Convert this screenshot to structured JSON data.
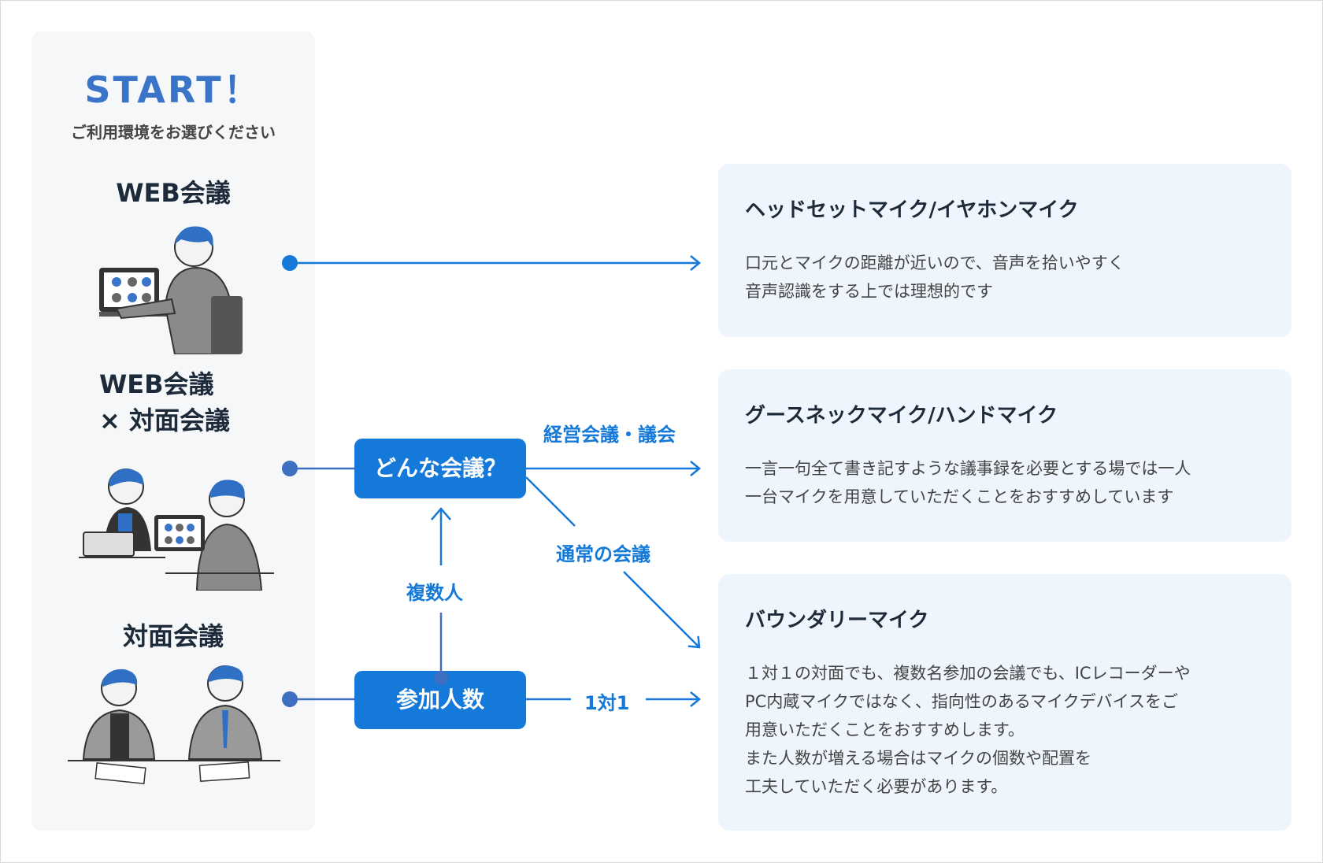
{
  "start": {
    "title": "START！",
    "subtitle": "ご利用環境をお選びください"
  },
  "environments": [
    {
      "label": "WEB会議"
    },
    {
      "label_line1": "WEB会議",
      "label_line2": "× 対面会議"
    },
    {
      "label": "対面会議"
    }
  ],
  "nodes": {
    "meeting_type": "どんな会議？",
    "participants": "参加人数"
  },
  "edge_labels": {
    "executive": "経営会議・議会",
    "normal": "通常の会議",
    "multiple": "複数人",
    "one_on_one": "1対1"
  },
  "results": [
    {
      "title": "ヘッドセットマイク/イヤホンマイク",
      "desc": "口元とマイクの距離が近いので、音声を拾いやすく\n音声認識をする上では理想的です"
    },
    {
      "title": "グースネックマイク/ハンドマイク",
      "desc": "一言一句全て書き記すような議事録を必要とする場では一人\n一台マイクを用意していただくことをおすすめしています"
    },
    {
      "title": "バウンダリーマイク",
      "desc": "１対１の対面でも、複数名参加の会議でも、ICレコーダーや\nPC内蔵マイクではなく、指向性のあるマイクデバイスをご\n用意いただくことをおすすめします。\nまた人数が増える場合はマイクの個数や配置を\n工夫していただく必要があります。"
    }
  ],
  "colors": {
    "accent": "#1479d8",
    "start": "#3a74c9",
    "card_bg": "#eef5fc",
    "panel_bg": "#f6f7f9",
    "line": "#3f6fc0"
  }
}
